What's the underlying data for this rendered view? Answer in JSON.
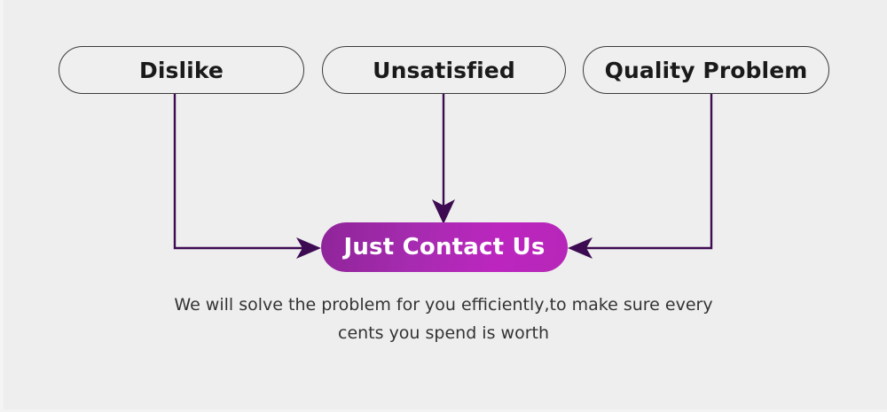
{
  "banner": {
    "background_color": "#eeeeee",
    "boxes": [
      {
        "id": "dislike",
        "label": "Dislike"
      },
      {
        "id": "unsatisfied",
        "label": "Unsatisfied"
      },
      {
        "id": "quality",
        "label": "Quality Problem"
      }
    ],
    "cta": {
      "label": "Just Contact Us",
      "gradient_from": "#8f2499",
      "gradient_to": "#bc26bf",
      "text_color": "#ffffff"
    },
    "connectors": {
      "line_color": "#3d0b52",
      "arrow_color": "#3d0b52",
      "arrows": [
        {
          "name": "arrow-dislike-to-cta",
          "direction": "right"
        },
        {
          "name": "arrow-unsatisfied-to-cta",
          "direction": "down"
        },
        {
          "name": "arrow-quality-to-cta",
          "direction": "left"
        }
      ]
    },
    "caption": {
      "line1": "We will solve the problem for you efficiently,to make sure every",
      "line2": "cents you spend is worth",
      "text_color": "#333333"
    }
  }
}
